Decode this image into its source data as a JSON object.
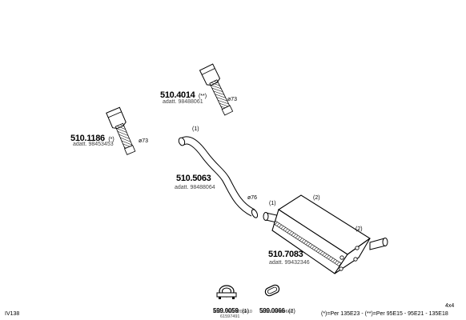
{
  "parts": {
    "p1": {
      "code": "510.4014",
      "note": "(**)",
      "ref": "adatt. 98488061",
      "diameter": "ø73"
    },
    "p2": {
      "code": "510.1186",
      "note": "(*)",
      "ref": "adatt. 98453453",
      "diameter": "ø73"
    },
    "p3": {
      "code": "510.5063",
      "callout": "(1)",
      "ref": "adatt. 98488064",
      "diameter": "ø76"
    },
    "p4": {
      "code": "510.7083",
      "callout_1": "(1)",
      "callout_2": "(2)",
      "callout_3": "(2)",
      "ref": "adatt. 99432346"
    },
    "p5": {
      "code": "599.0059",
      "note": "(1)",
      "ref_1": "adatt. 66849203410",
      "ref_2": "61597491"
    },
    "p6": {
      "code": "599.0066",
      "note": "(2)",
      "ref": "adatt. 98489665"
    }
  },
  "footer": {
    "id": "IV138",
    "drive": "4x4",
    "legend": "(*)=Per 135E23 - (**)=Per 95E15 - 95E21 - 135E18"
  },
  "colors": {
    "ink": "#000000",
    "fill": "#ffffff",
    "shade": "#cfcfcf"
  },
  "icons": [
    "flex-pipe",
    "bent-pipe",
    "muffler",
    "clamp",
    "gasket"
  ]
}
